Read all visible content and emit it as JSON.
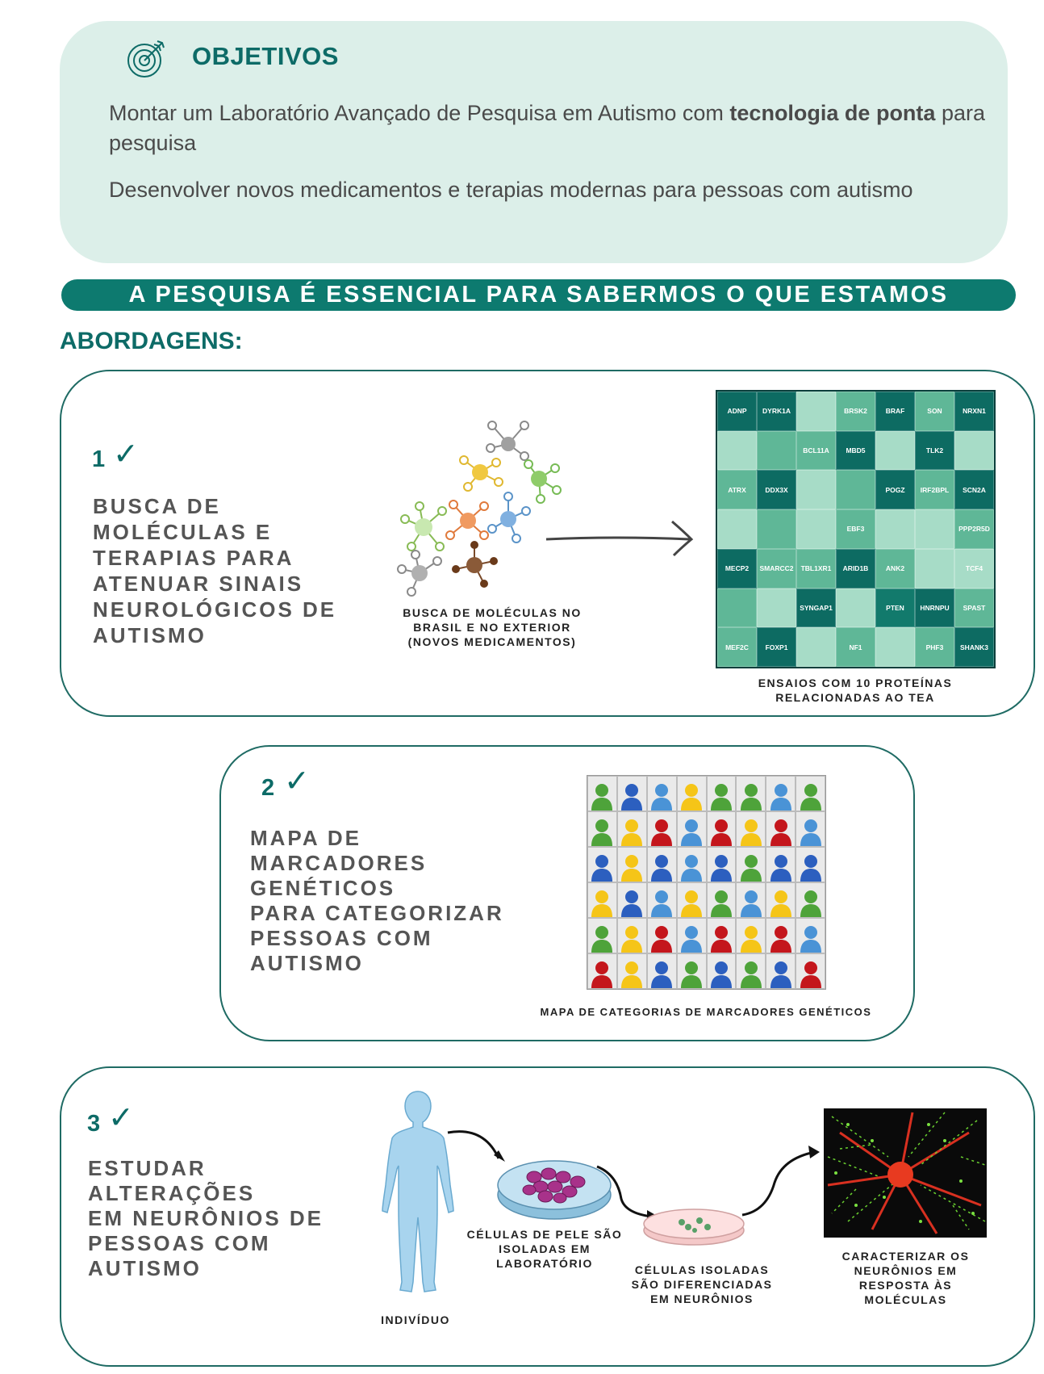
{
  "objetivos": {
    "title": "OBJETIVOS",
    "item1_plain": "Montar um Laboratório Avançado de Pesquisa em Autismo com ",
    "item1_bold": "tecnologia de ponta",
    "item1_tail": " para pesquisa",
    "item2": "Desenvolver novos medicamentos e terapias modernas para pessoas com autismo",
    "icon": "target-icon"
  },
  "banner": "A PESQUISA É ESSENCIAL PARA SABERMOS O QUE ESTAMOS TRATANDO",
  "abordagens_title": "ABORDAGENS:",
  "card1": {
    "number": "1",
    "title_lines": [
      "BUSCA DE",
      "MOLÉCULAS E",
      "TERAPIAS PARA",
      "ATENUAR SINAIS",
      "NEUROLÓGICOS DE",
      "AUTISMO"
    ],
    "molecules_caption": [
      "BUSCA DE MOLÉCULAS NO",
      "BRASIL E NO EXTERIOR",
      "(NOVOS MEDICAMENTOS)"
    ],
    "puzzle_caption": [
      "ENSAIOS COM 10 PROTEÍNAS",
      "RELACIONADAS AO TEA"
    ],
    "puzzle_labels": [
      "ADNP",
      "DYRK1A",
      "",
      "BRSK2",
      "BRAF",
      "SON",
      "NRXN1",
      "",
      "",
      "BCL11A",
      "MBD5",
      "",
      "TLK2",
      "",
      "ATRX",
      "DDX3X",
      "",
      "",
      "POGZ",
      "IRF2BPL",
      "SCN2A",
      "",
      "",
      "",
      "EBF3",
      "",
      "",
      "PPP2R5D",
      "MECP2",
      "SMARCC2",
      "TBL1XR1",
      "ARID1B",
      "ANK2",
      "",
      "TCF4",
      "",
      "",
      "SYNGAP1",
      "",
      "PTEN",
      "HNRNPU",
      "SPAST",
      "MEF2C",
      "FOXP1",
      "",
      "NF1",
      "",
      "PHF3",
      "SHANK3"
    ]
  },
  "card2": {
    "number": "2",
    "title_lines": [
      "MAPA DE",
      "MARCADORES",
      "GENÉTICOS",
      "PARA CATEGORIZAR",
      "PESSOAS COM",
      "AUTISMO"
    ],
    "caption": "MAPA DE CATEGORIAS DE MARCADORES GENÉTICOS",
    "colors": {
      "green": "#4ea33a",
      "blue": "#2c5fbf",
      "lightblue": "#4a93d6",
      "yellow": "#f5c518",
      "red": "#c4161c"
    },
    "grid": [
      [
        "green",
        "blue",
        "lightblue",
        "yellow",
        "green",
        "green",
        "lightblue",
        "green"
      ],
      [
        "green",
        "yellow",
        "red",
        "lightblue",
        "red",
        "yellow",
        "red",
        "lightblue"
      ],
      [
        "blue",
        "yellow",
        "blue",
        "lightblue",
        "blue",
        "green",
        "blue",
        "blue"
      ],
      [
        "yellow",
        "blue",
        "lightblue",
        "yellow",
        "green",
        "lightblue",
        "yellow",
        "green"
      ],
      [
        "green",
        "yellow",
        "red",
        "lightblue",
        "red",
        "yellow",
        "red",
        "lightblue"
      ],
      [
        "red",
        "yellow",
        "blue",
        "green",
        "blue",
        "green",
        "blue",
        "red"
      ]
    ]
  },
  "card3": {
    "number": "3",
    "title_lines": [
      "ESTUDAR",
      "ALTERAÇÕES",
      "EM NEURÔNIOS DE",
      "PESSOAS COM",
      "AUTISMO"
    ],
    "cap_individuo": "INDIVÍDUO",
    "cap_pele": [
      "CÉLULAS DE PELE SÃO",
      "ISOLADAS EM",
      "LABORATÓRIO"
    ],
    "cap_diferenciadas": [
      "CÉLULAS ISOLADAS",
      "SÃO DIFERENCIADAS",
      "EM NEURÔNIOS"
    ],
    "cap_caracterizar": [
      "CARACTERIZAR OS",
      "NEURÔNIOS EM",
      "RESPOSTA ÀS",
      "MOLÉCULAS"
    ]
  }
}
